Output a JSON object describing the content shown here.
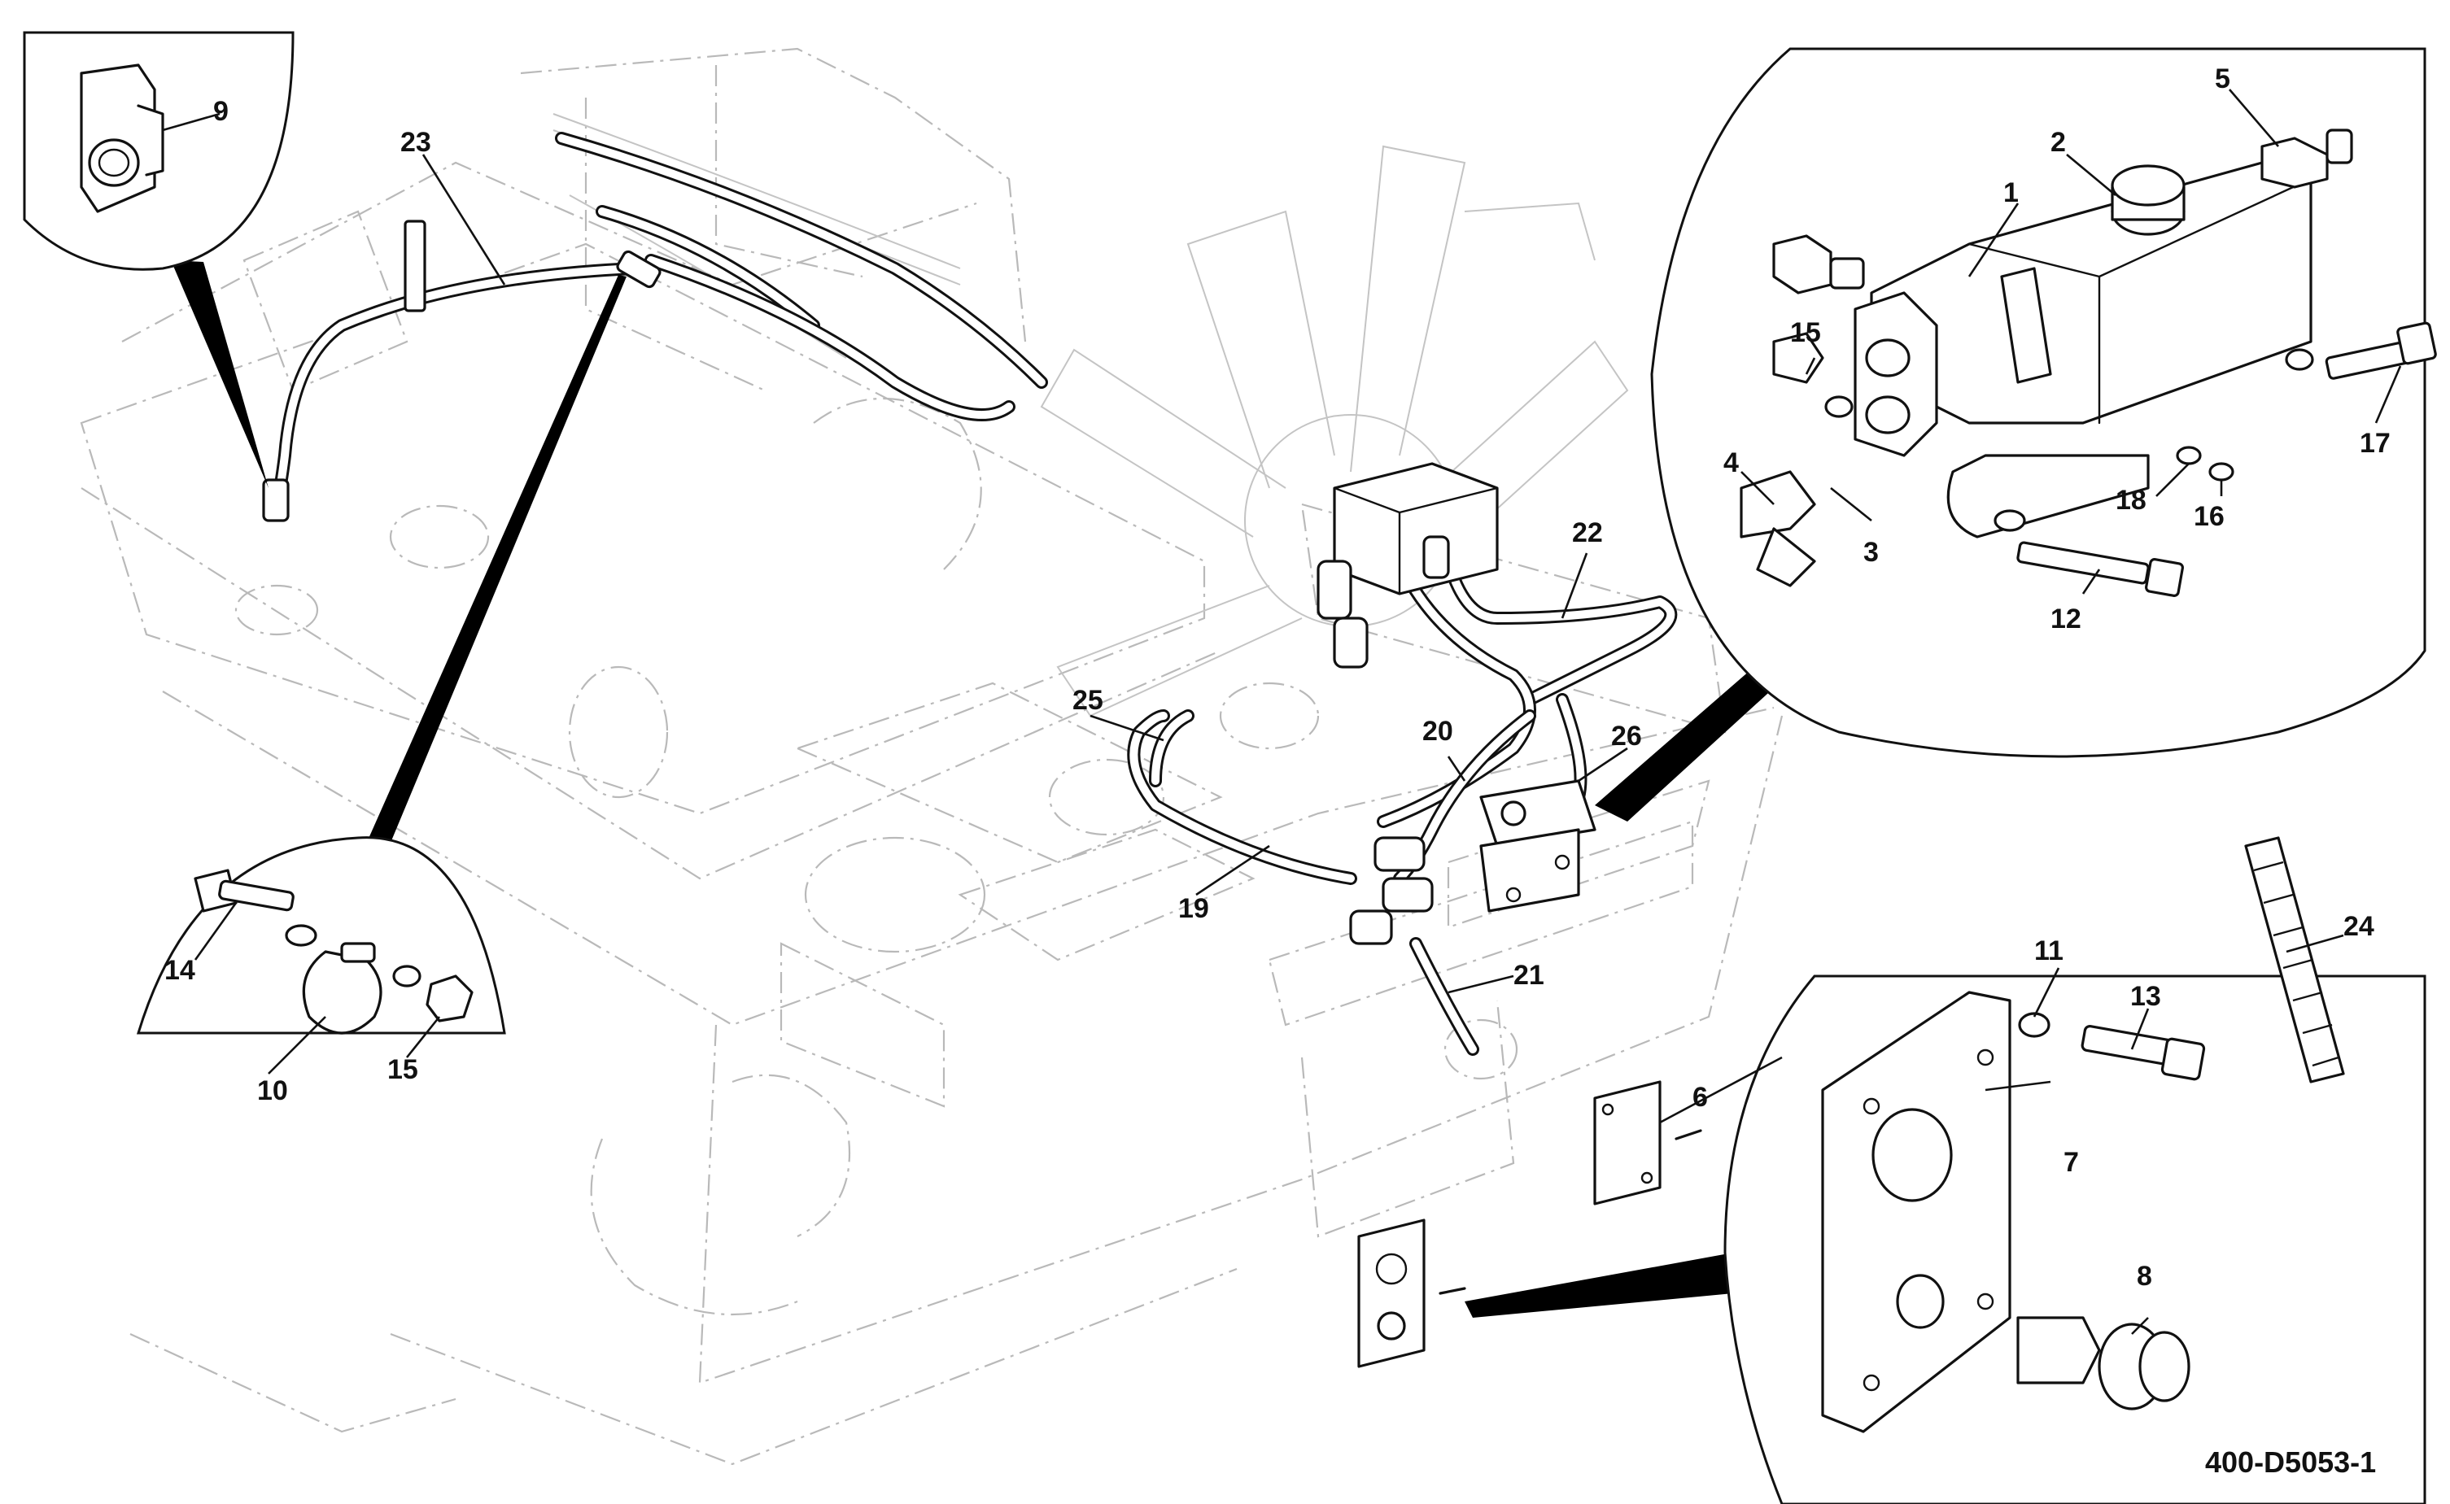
{
  "drawing_number": "400-D5053-1",
  "callouts": [
    "1",
    "2",
    "3",
    "4",
    "5",
    "6",
    "7",
    "8",
    "9",
    "10",
    "11",
    "12",
    "13",
    "14",
    "15",
    "15",
    "16",
    "17",
    "18",
    "19",
    "20",
    "21",
    "22",
    "23",
    "24",
    "25",
    "26"
  ]
}
